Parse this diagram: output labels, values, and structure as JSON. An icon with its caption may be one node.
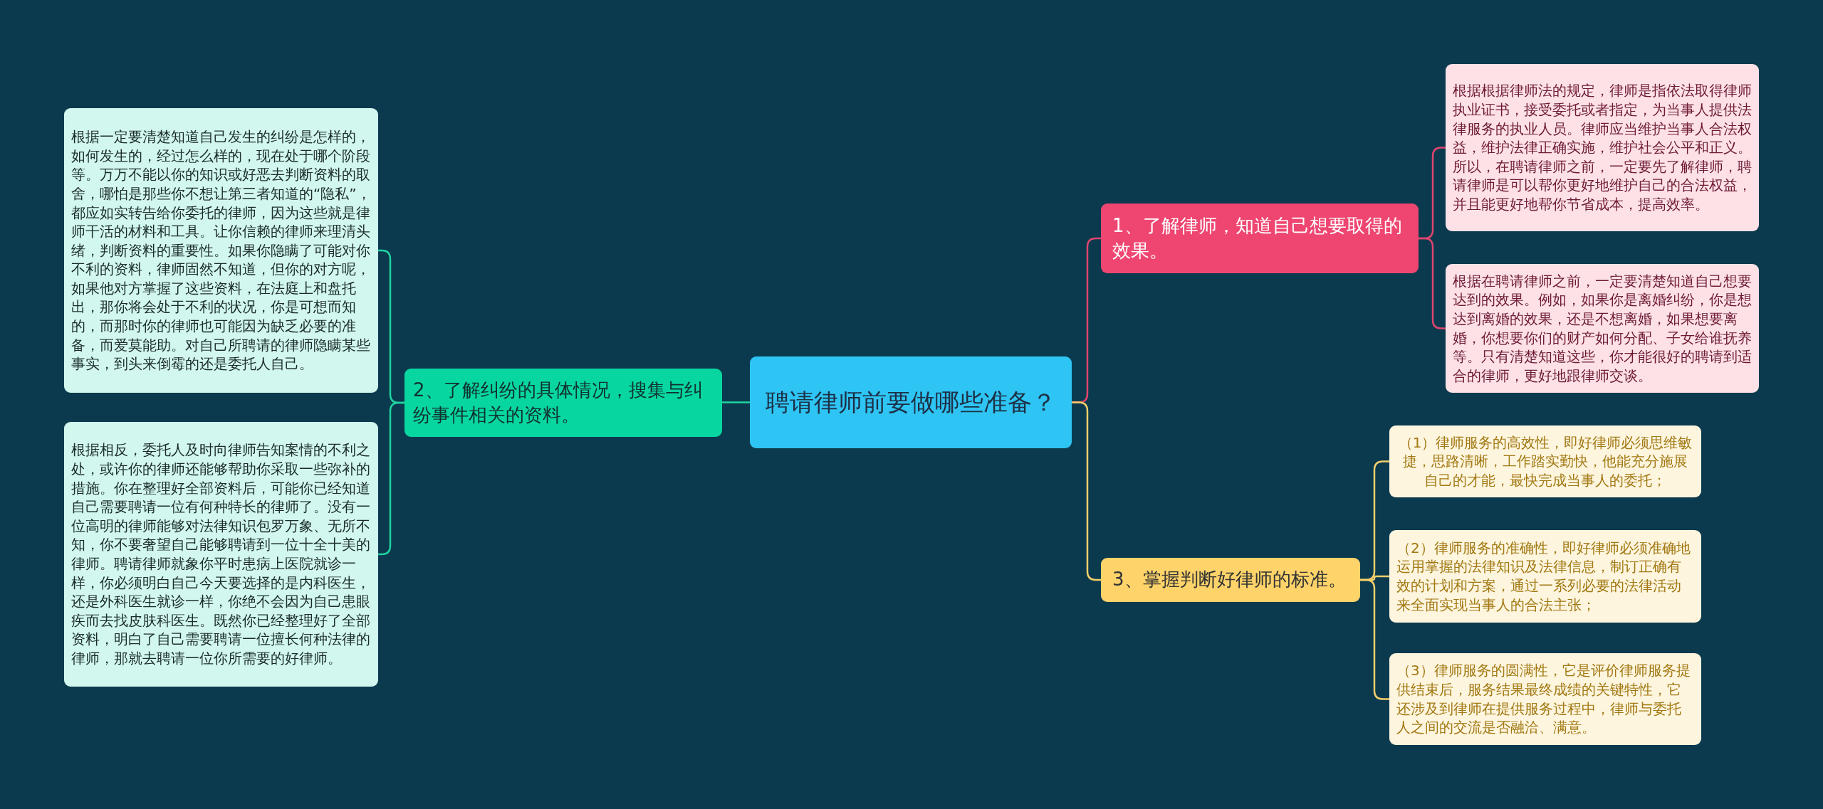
{
  "diagram": {
    "nodes": [
      {
        "text": [
          "聘请律师前要做哪些准备？"
        ]
      },
      {
        "text": [
          "1、了解律师，知道自己想要取得的效果。"
        ]
      },
      {
        "text": [
          "根据根据律师法的规定，律师是指依法取得律师执业证书，接受委托或者指定，为当事人提供法律服务的执业人员。律师应当维护当事人合法权益，维护法律正确实施，维护社会公平和正义。所以，在聘请律师之前，一定要先了解律师，聘请律师是可以帮你更好地维护自己的合法权益，并且能更好地帮你节省成本，提高效率。"
        ]
      },
      {
        "text": [
          "根据在聘请律师之前，一定要清楚知道自己想要达到的效果。例如，如果你是离婚纠纷，你是想达到离婚的效果，还是不想离婚，如果想要离婚，你想要你们的财产如何分配、子女给谁抚养等。只有清楚知道这些，你才能很好的聘请到适合的律师，更好地跟律师交谈。"
        ]
      },
      {
        "text": [
          "2、了解纠纷的具体情况，搜集与纠纷事件相关的资料。"
        ]
      },
      {
        "text": [
          "根据一定要清楚知道自己发生的纠纷是怎样的，如何发生的，经过怎么样的，现在处于哪个阶段等。万万不能以你的知识或好恶去判断资料的取舍，哪怕是那些你不想让第三者知道的“隐私”，都应如实转告给你委托的律师，因为这些就是律师干活的材料和工具。让你信赖的律师来理清头绪，判断资料的重要性。如果你隐瞒了可能对你不利的资料，律师固然不知道，但你的对方呢，如果他对方掌握了这些资料，在法庭上和盘托出，那你将会处于不利的状况，你是可想而知的，而那时你的律师也可能因为缺乏必要的准备，而爱莫能助。对自己所聘请的律师隐瞒某些事实，到头来倒霉的还是委托人自己。"
        ]
      },
      {
        "text": [
          "根据相反，委托人及时向律师告知案情的不利之处，或许你的律师还能够帮助你采取一些弥补的措施。你在整理好全部资料后，可能你已经知道自己需要聘请一位有何种特长的律师了。没有一位高明的律师能够对法律知识包罗万象、无所不知，你不要奢望自己能够聘请到一位十全十美的律师。聘请律师就象你平时患病上医院就诊一样，你必须明白自己今天要选择的是内科医生，还是外科医生就诊一样，你绝不会因为自己患眼疾而去找皮肤科医生。既然你已经整理好了全部资料，明白了自己需要聘请一位擅长何种法律的律师，那就去聘请一位你所需要的好律师。"
        ]
      },
      {
        "text": [
          "3、掌握判断好律师的标准。"
        ]
      },
      {
        "text": [
          "（1）律师服务的高效性，即好律师必须思维敏捷，思路清晰，工作踏实勤快，他能充分施展自己的才能，最快完成当事人的委托；"
        ]
      },
      {
        "text": [
          "（2）律师服务的准确性，即好律师必须准确地运用掌握的法律知识及法律信息，制订正确有效的计划和方案，通过一系列必要的法律活动来全面实现当事人的合法主张；"
        ]
      },
      {
        "text": [
          "（3）律师服务的圆满性，它是评价律师服务提供结束后，服务结果最终成绩的关键特性，它还涉及到律师在提供服务过程中，律师与委托人之间的交流是否融洽、满意。"
        ]
      }
    ],
    "edges": [
      {
        "from": 0,
        "to": 1,
        "arrow": "none",
        "color": "#e0456e"
      },
      {
        "from": 1,
        "to": 2,
        "arrow": "none",
        "color": "#e0456e"
      },
      {
        "from": 1,
        "to": 3,
        "arrow": "none",
        "color": "#e0456e"
      },
      {
        "from": 0,
        "to": 4,
        "arrow": "none",
        "color": "#1fd3a0"
      },
      {
        "from": 4,
        "to": 5,
        "arrow": "none",
        "color": "#1fd3a0"
      },
      {
        "from": 4,
        "to": 6,
        "arrow": "none",
        "color": "#1fd3a0"
      },
      {
        "from": 0,
        "to": 7,
        "arrow": "none"
      },
      {
        "from": 7,
        "to": 8,
        "arrow": "none"
      },
      {
        "from": 7,
        "to": 9,
        "arrow": "none"
      },
      {
        "from": 7,
        "to": 10,
        "arrow": "none"
      }
    ]
  }
}
